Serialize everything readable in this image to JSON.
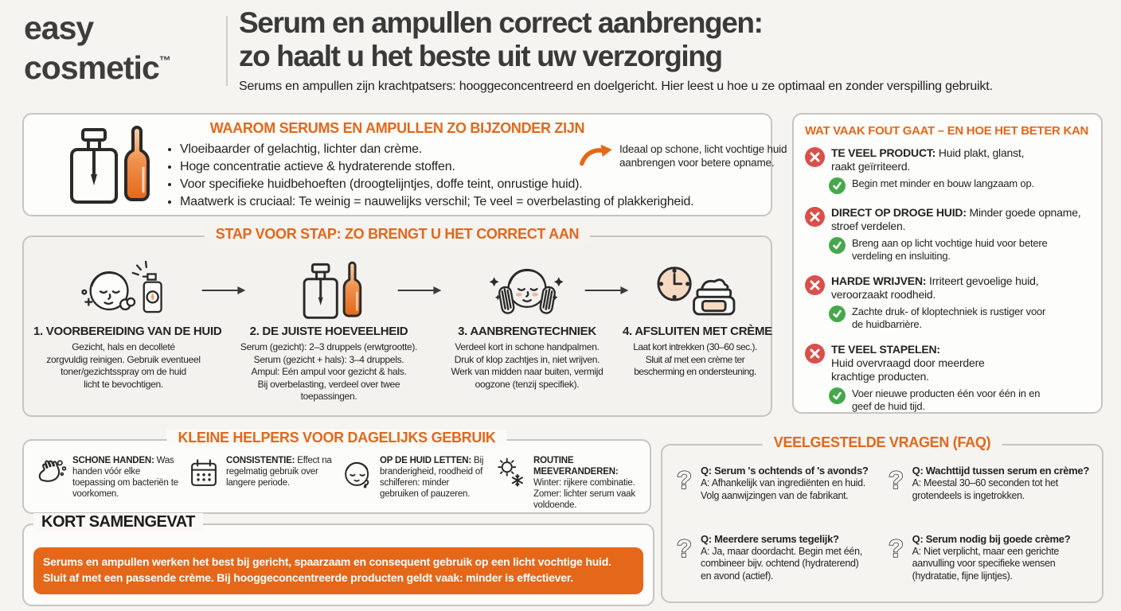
{
  "page": {
    "accent_color": "#e4671a",
    "error_color": "#d9504b",
    "success_color": "#46a84c"
  },
  "header": {
    "logo_line1": "easy",
    "logo_line2": "cosmetic",
    "logo_tm": "™",
    "title_line1": "Serum en ampullen correct aanbrengen:",
    "title_line2": "zo haalt u het beste uit uw verzorging",
    "subtitle": "Serums en ampullen zijn krachtpatsers: hooggeconcentreerd en doelgericht. Hier leest u hoe u ze optimaal en zonder verspilling gebruikt."
  },
  "why_box": {
    "title": "WAAROM SERUMS EN AMPULLEN ZO BIJZONDER ZIJN",
    "bullets": [
      "Vloeibaarder of gelachtig, lichter dan crème.",
      "Hoge concentratie actieve & hydraterende stoffen.",
      "Voor specifieke huidbehoeften (droogtelijntjes, doffe teint, onrustige huid).",
      "Maatwerk is cruciaal: Te weinig = nauwelijks verschil; Te veel = overbelasting of plakkerigheid."
    ],
    "note": "Ideaal op schone, licht vochtige huid\naanbrengen voor betere opname."
  },
  "steps_box": {
    "title": "STAP VOOR STAP: ZO BRENGT U HET CORRECT AAN",
    "steps": [
      {
        "title": "1. VOORBEREIDING VAN DE HUID",
        "text": "Gezicht, hals en decolleté\nzorgvuldig reinigen. Gebruik eventueel\ntoner/gezichtsspray om de huid\nlicht te bevochtigen."
      },
      {
        "title": "2. DE JUISTE HOEVEELHEID",
        "text": "Serum (gezicht): 2–3 druppels (erwtgrootte).\nSerum (gezicht + hals): 3–4 druppels.\nAmpul: Eén ampul voor gezicht & hals.\nBij overbelasting, verdeel over twee\ntoepassingen."
      },
      {
        "title": "3. AANBRENGTECHNIEK",
        "text": "Verdeel kort in schone handpalmen.\nDruk of klop zachtjes in, niet wrijven.\nWerk van midden naar buiten, vermijd\noogzone (tenzij specifiek)."
      },
      {
        "title": "4. AFSLUITEN MET CRÈME",
        "text": "Laat kort intrekken (30–60 sec.).\nSluit af met een crème ter\nbescherming en ondersteuning."
      }
    ]
  },
  "mistakes_box": {
    "title": "WAT VAAK FOUT GAAT – EN HOE HET BETER KAN",
    "items": [
      {
        "label": "TE VEEL PRODUCT:",
        "text": "Huid plakt, glanst,\nraakt geïrriteerd.",
        "fix": "Begin met minder en bouw langzaam op."
      },
      {
        "label": "DIRECT OP DROGE HUID:",
        "text": "Minder goede opname,\nstroef verdelen.",
        "fix": "Breng aan op licht vochtige huid voor betere\nverdeling en insluiting."
      },
      {
        "label": "HARDE WRIJVEN:",
        "text": "Irriteert gevoelige huid,\nveroorzaakt roodheid.",
        "fix": "Zachte druk- of kloptechniek is rustiger voor\nde huidbarrière."
      },
      {
        "label": "TE VEEL STAPELEN:",
        "text": "Huid overvraagd door meerdere\nkrachtige producten.",
        "fix": "Voer nieuwe producten één voor één in en\ngeef de huid tijd."
      }
    ]
  },
  "helpers_box": {
    "title": "KLEINE HELPERS VOOR DAGELIJKS GEBRUIK",
    "items": [
      {
        "label": "SCHONE HANDEN:",
        "text": "Was handen vóór elke toepassing om bacteriën te voorkomen."
      },
      {
        "label": "CONSISTENTIE:",
        "text": "Effect na regelmatig gebruik over langere periode."
      },
      {
        "label": "OP DE HUID LETTEN:",
        "text": "Bij branderigheid, roodheid of schilferen: minder gebruiken of pauzeren."
      },
      {
        "label": "ROUTINE MEEVERANDEREN:",
        "text": "Winter: rijkere combinatie. Zomer: lichter serum vaak voldoende."
      }
    ]
  },
  "summary_box": {
    "title": "KORT SAMENGEVAT",
    "text": "Serums en ampullen werken het best bij gericht, spaarzaam en consequent gebruik op een licht vochtige huid.\nSluit af met een passende crème. Bij hooggeconcentreerde producten geldt vaak: minder is effectiever."
  },
  "faq_box": {
    "title": "VEELGESTELDE VRAGEN (FAQ)",
    "items": [
      {
        "q": "Q: Serum 's ochtends of 's avonds?",
        "a": "A: Afhankelijk van ingrediënten en huid.\nVolg aanwijzingen van de fabrikant."
      },
      {
        "q": "Q: Wachttijd tussen serum en crème?",
        "a": "A: Meestal 30–60 seconden tot het\ngrotendeels is ingetrokken."
      },
      {
        "q": "Q: Meerdere serums tegelijk?",
        "a": "A: Ja, maar doordacht. Begin met één,\ncombineer bijv. ochtend (hydraterend)\nen avond (actief)."
      },
      {
        "q": "Q: Serum nodig bij goede crème?",
        "a": "A: Niet verplicht, maar een gerichte\naanvulling voor specifieke wensen\n(hydratatie, fijne lijntjes)."
      }
    ]
  }
}
